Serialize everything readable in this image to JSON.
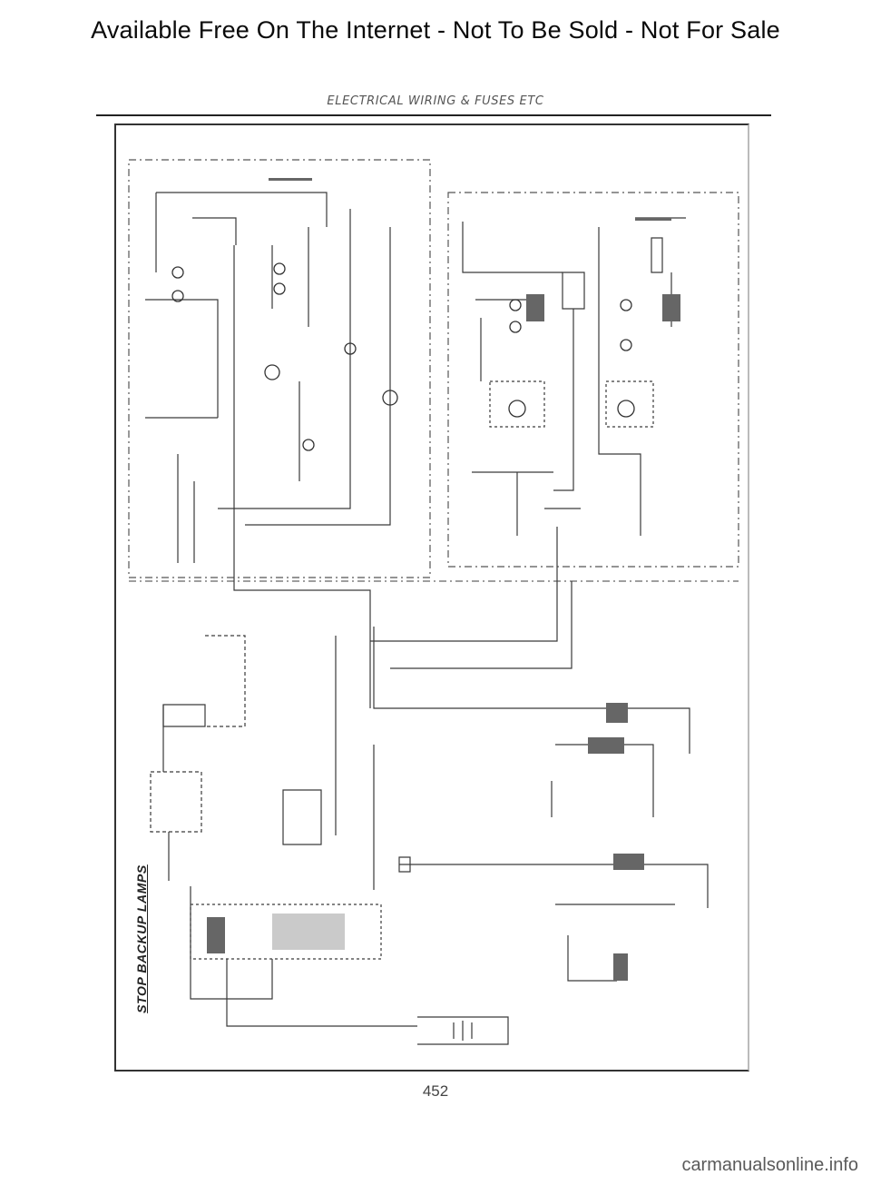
{
  "header": {
    "banner_text": "Available Free On The Internet - Not To Be Sold - Not For Sale",
    "section_title": "ELECTRICAL WIRING & FUSES ETC"
  },
  "diagram": {
    "title": "STOP BACKUP LAMPS"
  },
  "footer": {
    "page_number": "452",
    "watermark": "carmanualsonline.info"
  }
}
